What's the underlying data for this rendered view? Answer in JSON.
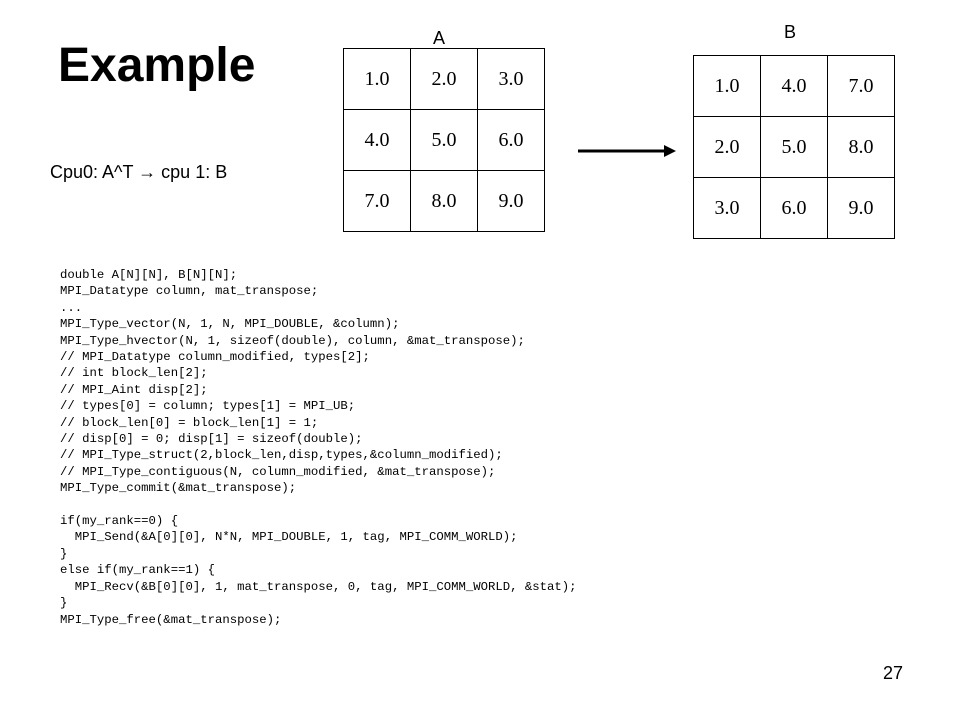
{
  "slide": {
    "title": "Example",
    "page_number": "27"
  },
  "matrix_a": {
    "label": "A",
    "rows": [
      [
        "1.0",
        "2.0",
        "3.0"
      ],
      [
        "4.0",
        "5.0",
        "6.0"
      ],
      [
        "7.0",
        "8.0",
        "9.0"
      ]
    ]
  },
  "matrix_b": {
    "label": "B",
    "rows": [
      [
        "1.0",
        "4.0",
        "7.0"
      ],
      [
        "2.0",
        "5.0",
        "8.0"
      ],
      [
        "3.0",
        "6.0",
        "9.0"
      ]
    ]
  },
  "caption": {
    "left": "Cpu0: A^T ",
    "arrow": "→",
    "right": " cpu 1: B"
  },
  "code_lines": [
    "double A[N][N], B[N][N];",
    "MPI_Datatype column, mat_transpose;",
    "...",
    "MPI_Type_vector(N, 1, N, MPI_DOUBLE, &column);",
    "MPI_Type_hvector(N, 1, sizeof(double), column, &mat_transpose);",
    "// MPI_Datatype column_modified, types[2];",
    "// int block_len[2];",
    "// MPI_Aint disp[2];",
    "// types[0] = column; types[1] = MPI_UB;",
    "// block_len[0] = block_len[1] = 1;",
    "// disp[0] = 0; disp[1] = sizeof(double);",
    "// MPI_Type_struct(2,block_len,disp,types,&column_modified);",
    "// MPI_Type_contiguous(N, column_modified, &mat_transpose);",
    "MPI_Type_commit(&mat_transpose);",
    "",
    "if(my_rank==0) {",
    "  MPI_Send(&A[0][0], N*N, MPI_DOUBLE, 1, tag, MPI_COMM_WORLD);",
    "}",
    "else if(my_rank==1) {",
    "  MPI_Recv(&B[0][0], 1, mat_transpose, 0, tag, MPI_COMM_WORLD, &stat);",
    "}",
    "MPI_Type_free(&mat_transpose);"
  ]
}
